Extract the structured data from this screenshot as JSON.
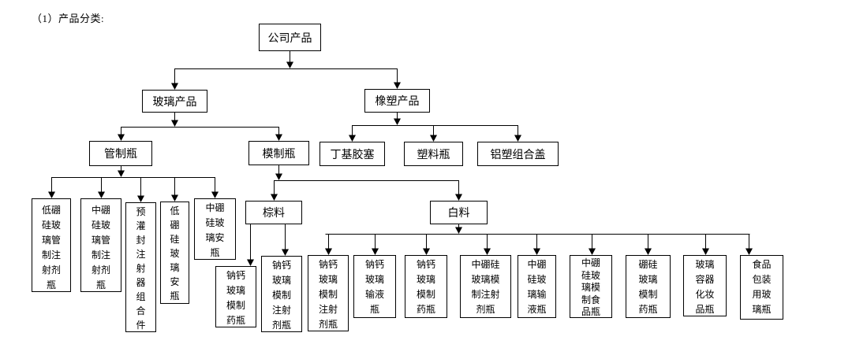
{
  "page": {
    "title": "（1）产品分类:"
  },
  "tree": {
    "root": "公司产品",
    "glass": "玻璃产品",
    "rubber": "橡塑产品",
    "tube": "管制瓶",
    "molded": "模制瓶",
    "butyl": "丁基胶塞",
    "plastic": "塑料瓶",
    "alucap": "铝塑组合盖",
    "brown": "棕料",
    "white": "白料",
    "tube_children": [
      "低硼\n硅玻\n璃管\n制注\n射剂\n瓶",
      "中硼\n硅玻\n璃管\n制注\n射剂\n瓶",
      "预\n灌\n封\n注\n射\n器\n组\n合\n件",
      "低\n硼\n硅\n玻\n璃\n安\n瓶",
      "中硼\n硅玻\n璃安\n瓶"
    ],
    "brown_children": [
      "钠钙\n玻璃\n模制\n药瓶",
      "钠钙\n玻璃\n模制\n注射\n剂瓶"
    ],
    "white_children": [
      "钠钙\n玻璃\n模制\n注射\n剂瓶",
      "钠钙\n玻璃\n输液\n瓶",
      "钠钙\n玻璃\n模制\n药瓶",
      "中硼硅\n玻璃模\n制注射\n剂瓶",
      "中硼\n硅玻\n璃输\n液瓶",
      "中硼\n硅玻\n璃模\n制食\n品瓶",
      "硼硅\n玻璃\n模制\n药瓶",
      "玻璃\n容器\n化妆\n品瓶",
      "食品\n包装\n用玻\n璃瓶"
    ]
  }
}
